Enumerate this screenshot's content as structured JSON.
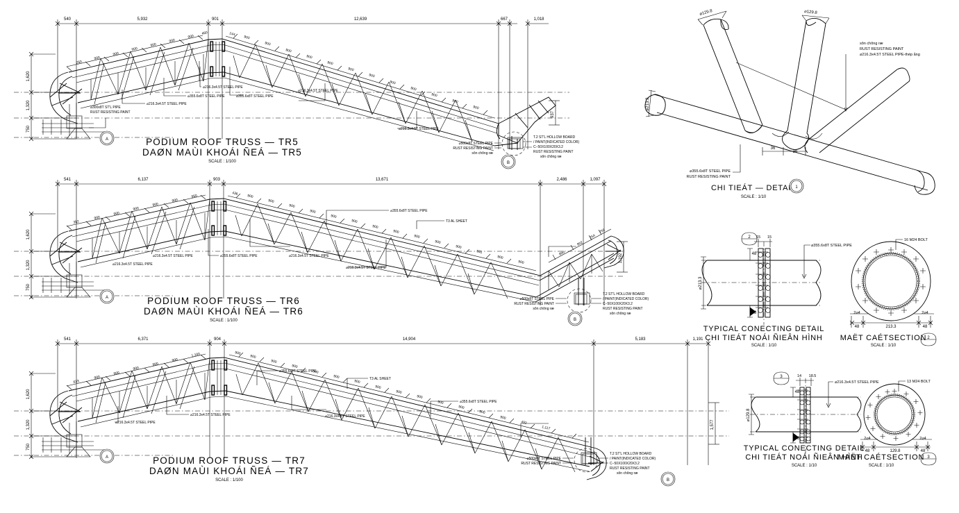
{
  "drawing": {
    "type": "structural-steel-cad-drawing",
    "units": "mm"
  },
  "trusses": [
    {
      "id": "TR5",
      "title_en": "PODIUM ROOF TRUSS — TR5",
      "title_vn": "DAØN MAÙI KHOÁI ÑEÁ — TR5",
      "scale": "SCALE : 1/100",
      "span_dims": [
        "540",
        "5,932",
        "901",
        "12,639",
        "667",
        "1,018"
      ],
      "height_dims": [
        "1,620",
        "1,320",
        "750"
      ],
      "right_height_dim": "937",
      "panel_dims_left": [
        "250",
        "900",
        "900",
        "900",
        "900",
        "900",
        "900",
        "450"
      ],
      "panel_dims_right": [
        "144",
        "900",
        "900",
        "900",
        "900",
        "900",
        "900",
        "900",
        "900",
        "900",
        "900",
        "900",
        "900",
        "900"
      ],
      "labels": [
        "⌀300x8T ST'L PIPE",
        "RUST RESISTING PAINT",
        "⌀355.6x8T STEEL PIPE",
        "⌀216.3x4.5T STEEL PIPE",
        "⌀216.3x4.5T STEEL PIPE",
        "⌀355.6x8T STEEL PIPE",
        "⌀216.3x4.5T STEEL PIPE",
        "⌀216.3x4.5T STEEL PIPE"
      ],
      "support_labels": [
        "⌀500x8T STEEL PIPE",
        "RUST RESISTING PAINT",
        "sôn chông ræ",
        "T.2 ST'L HOLLOW BOARD",
        "/ PAINT(INDICATED COLOR)",
        "C−50X100X20X3.2",
        "RUST RESISTING PAINT",
        "sôn chông ræ"
      ],
      "bubbles": [
        "A",
        "B"
      ]
    },
    {
      "id": "TR6",
      "title_en": "PODIUM ROOF TRUSS — TR6",
      "title_vn": "DAØN MAÙI KHOÁI ÑEÁ — TR6",
      "scale": "SCALE : 1/100",
      "span_dims": [
        "541",
        "6,137",
        "903",
        "13,671",
        "2,486",
        "1,097"
      ],
      "height_dims": [
        "1,620",
        "1,320",
        "750"
      ],
      "right_height_dim": "1,192",
      "panel_dims_left": [
        "352",
        "900",
        "900",
        "900",
        "900",
        "900",
        "950"
      ],
      "panel_dims_right": [
        "436",
        "900",
        "900",
        "900",
        "900",
        "900",
        "900",
        "900",
        "900",
        "900",
        "900",
        "900",
        "931",
        "900",
        "900",
        "900",
        "802",
        "254",
        "755"
      ],
      "labels": [
        "⌀355.6x8T STEEL PIPE",
        "T3 AL SHEET",
        "⌀216.3x4.5T STEEL PIPE",
        "⌀216.3x4.5T STEEL PIPE",
        "⌀355.6x8T STEEL PIPE",
        "⌀216.3x4.5T STEEL PIPE",
        "⌀216.3x4.5T STEEL PIPE"
      ],
      "support_labels": [
        "⌀500x8T STEEL PIPE",
        "RUST RESISTING PAINT",
        "sôn chông ræ",
        "T.2 ST'L HOLLOW BOARD",
        "/ PAINT(INDICATED COLOR)",
        "C−50X100X20X3.2",
        "RUST RESISTING PAINT",
        "sôn chông ræ"
      ],
      "bubbles": [
        "A",
        "B"
      ]
    },
    {
      "id": "TR7",
      "title_en": "PODIUM ROOF TRUSS — TR7",
      "title_vn": "DAØN MAÙI KHOÁI ÑEÁ — TR7",
      "scale": "SCALE : 1/100",
      "span_dims": [
        "541",
        "6,371",
        "904",
        "14,904",
        "5,183",
        "1,191"
      ],
      "height_dims": [
        "1,620",
        "1,320",
        "750"
      ],
      "right_height_dim": "1,577",
      "panel_dims_left": [
        "633",
        "900",
        "900",
        "900",
        "900",
        "900",
        "1,100"
      ],
      "panel_dims_right": [
        "900",
        "900",
        "900",
        "900",
        "900",
        "900",
        "900",
        "900",
        "900",
        "900",
        "900",
        "900",
        "900",
        "900",
        "492",
        "1,117"
      ],
      "labels": [
        "⌀355.6x8T STEEL PIPE",
        "T3 AL SHEET",
        "⌀216.3x4.5T STEEL PIPE",
        "⌀216.3x4.5T STEEL PIPE",
        "⌀355.6x8T STEEL PIPE",
        "⌀216.3x4.5T STEEL PIPE"
      ],
      "support_labels": [
        "⌀500x8T STEEL PIPE",
        "RUST RESISTING PAINT",
        "T.2 ST'L HOLLOW BOARD",
        "/ PAINT(INDICATED COLOR)",
        "C−50X100X20X3.2",
        "RUST RESISTING PAINT",
        "sôn chông ræ"
      ],
      "bubbles": [
        "A",
        "B"
      ]
    }
  ],
  "details": {
    "node_detail": {
      "title_vn": "CHI TIEÁT — DETAIL",
      "scale": "SCALE : 1/10",
      "bubble": "1",
      "dims": [
        "⌀129.8",
        "⌀129.8",
        "⌀213.3",
        "36",
        "36"
      ],
      "note_right": [
        "sôn chông ræ",
        "RUST RESISTING PAINT",
        "⌀216.3x4.5T STEEL PIPE-thép ång"
      ],
      "note_left": [
        "⌀355.6x8T STEEL PIPE",
        "RUST RESISTING PAINT"
      ]
    },
    "connecting_detail_2": {
      "title_en": "TYPICAL CONECTING DETAIL",
      "title_vn": "CHI TIEÁT NOÁI ÑIEÂN HÌNH",
      "scale": "SCALE : 1/10",
      "bubble": "2",
      "pipe_label": "⌀355.6x8T STEEL PIPE",
      "dims": [
        "⌀213.3",
        "48",
        "48",
        "15",
        "15"
      ],
      "section": {
        "title": "MAËT CAÉTSECTION",
        "scale": "SCALE : 1/10",
        "bubble": "2",
        "bolt_note": "16 M24 BOLT",
        "dims": [
          "213.3",
          "48",
          "48",
          "2⌀4",
          "2⌀4"
        ]
      }
    },
    "connecting_detail_3": {
      "title_en": "TYPICAL CONECTING DETAIL",
      "title_vn": "CHI TIEÁT NOÁI ÑIEÂN HÌNH",
      "scale": "SCALE : 1/10",
      "bubble": "3",
      "pipe_label": "⌀216.3x4.5T STEEL PIPE",
      "dims": [
        "⌀129.8",
        "48",
        "48",
        "14",
        "18.5"
      ],
      "section": {
        "title": "MAËT CAÉTSECTION",
        "scale": "SCALE : 1/10",
        "bubble": "3",
        "bolt_note": "13 M24 BOLT",
        "dims": [
          "129.8",
          "48",
          "48",
          "2⌀4",
          "2⌀4"
        ]
      }
    }
  },
  "colors": {
    "line": "#000000",
    "background": "#ffffff"
  }
}
